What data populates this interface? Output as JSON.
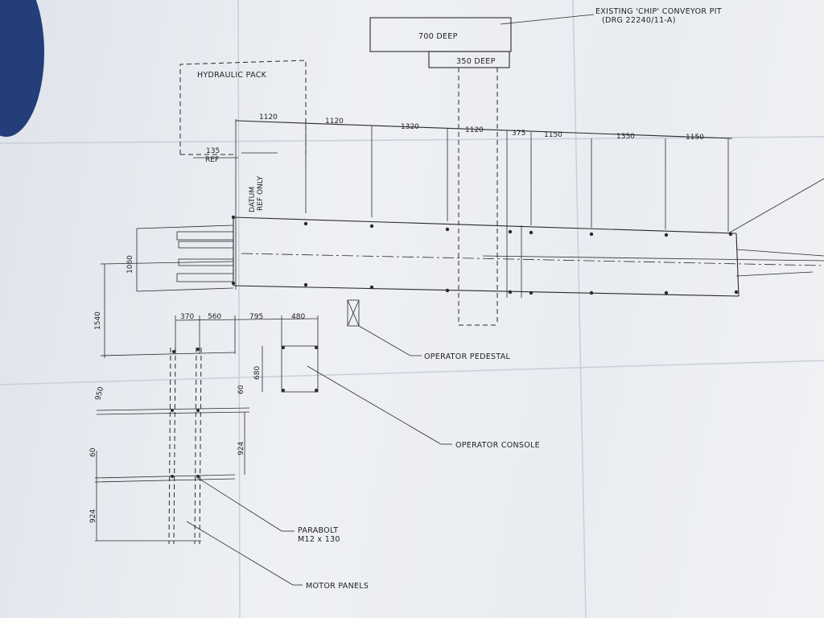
{
  "labels": {
    "conveyor_pit": "EXISTING 'CHIP' CONVEYOR PIT",
    "conveyor_pit_ref": "(DRG 22240/11-A)",
    "pit_700": "700 DEEP",
    "pit_350": "350 DEEP",
    "hydraulic_pack": "HYDRAULIC PACK",
    "ref_135": "135",
    "ref_word": "REF",
    "datum": "DATUM",
    "datum_ref": "REF ONLY",
    "operator_pedestal": "OPERATOR PEDESTAL",
    "operator_console": "OPERATOR CONSOLE",
    "parabolt": "PARABOLT",
    "parabolt_spec": "M12 x 130",
    "motor_panels": "MOTOR PANELS"
  },
  "dimensions": {
    "top": [
      "1120",
      "1120",
      "1320",
      "1120",
      "375",
      "1150",
      "1350",
      "1150"
    ],
    "d1060": "1060",
    "d1540": "1540",
    "d370": "370",
    "d560": "560",
    "d795": "795",
    "d480": "480",
    "d680": "680",
    "d950": "950",
    "d60a": "60",
    "d924a": "924",
    "d60b": "60",
    "d924b": "924"
  }
}
